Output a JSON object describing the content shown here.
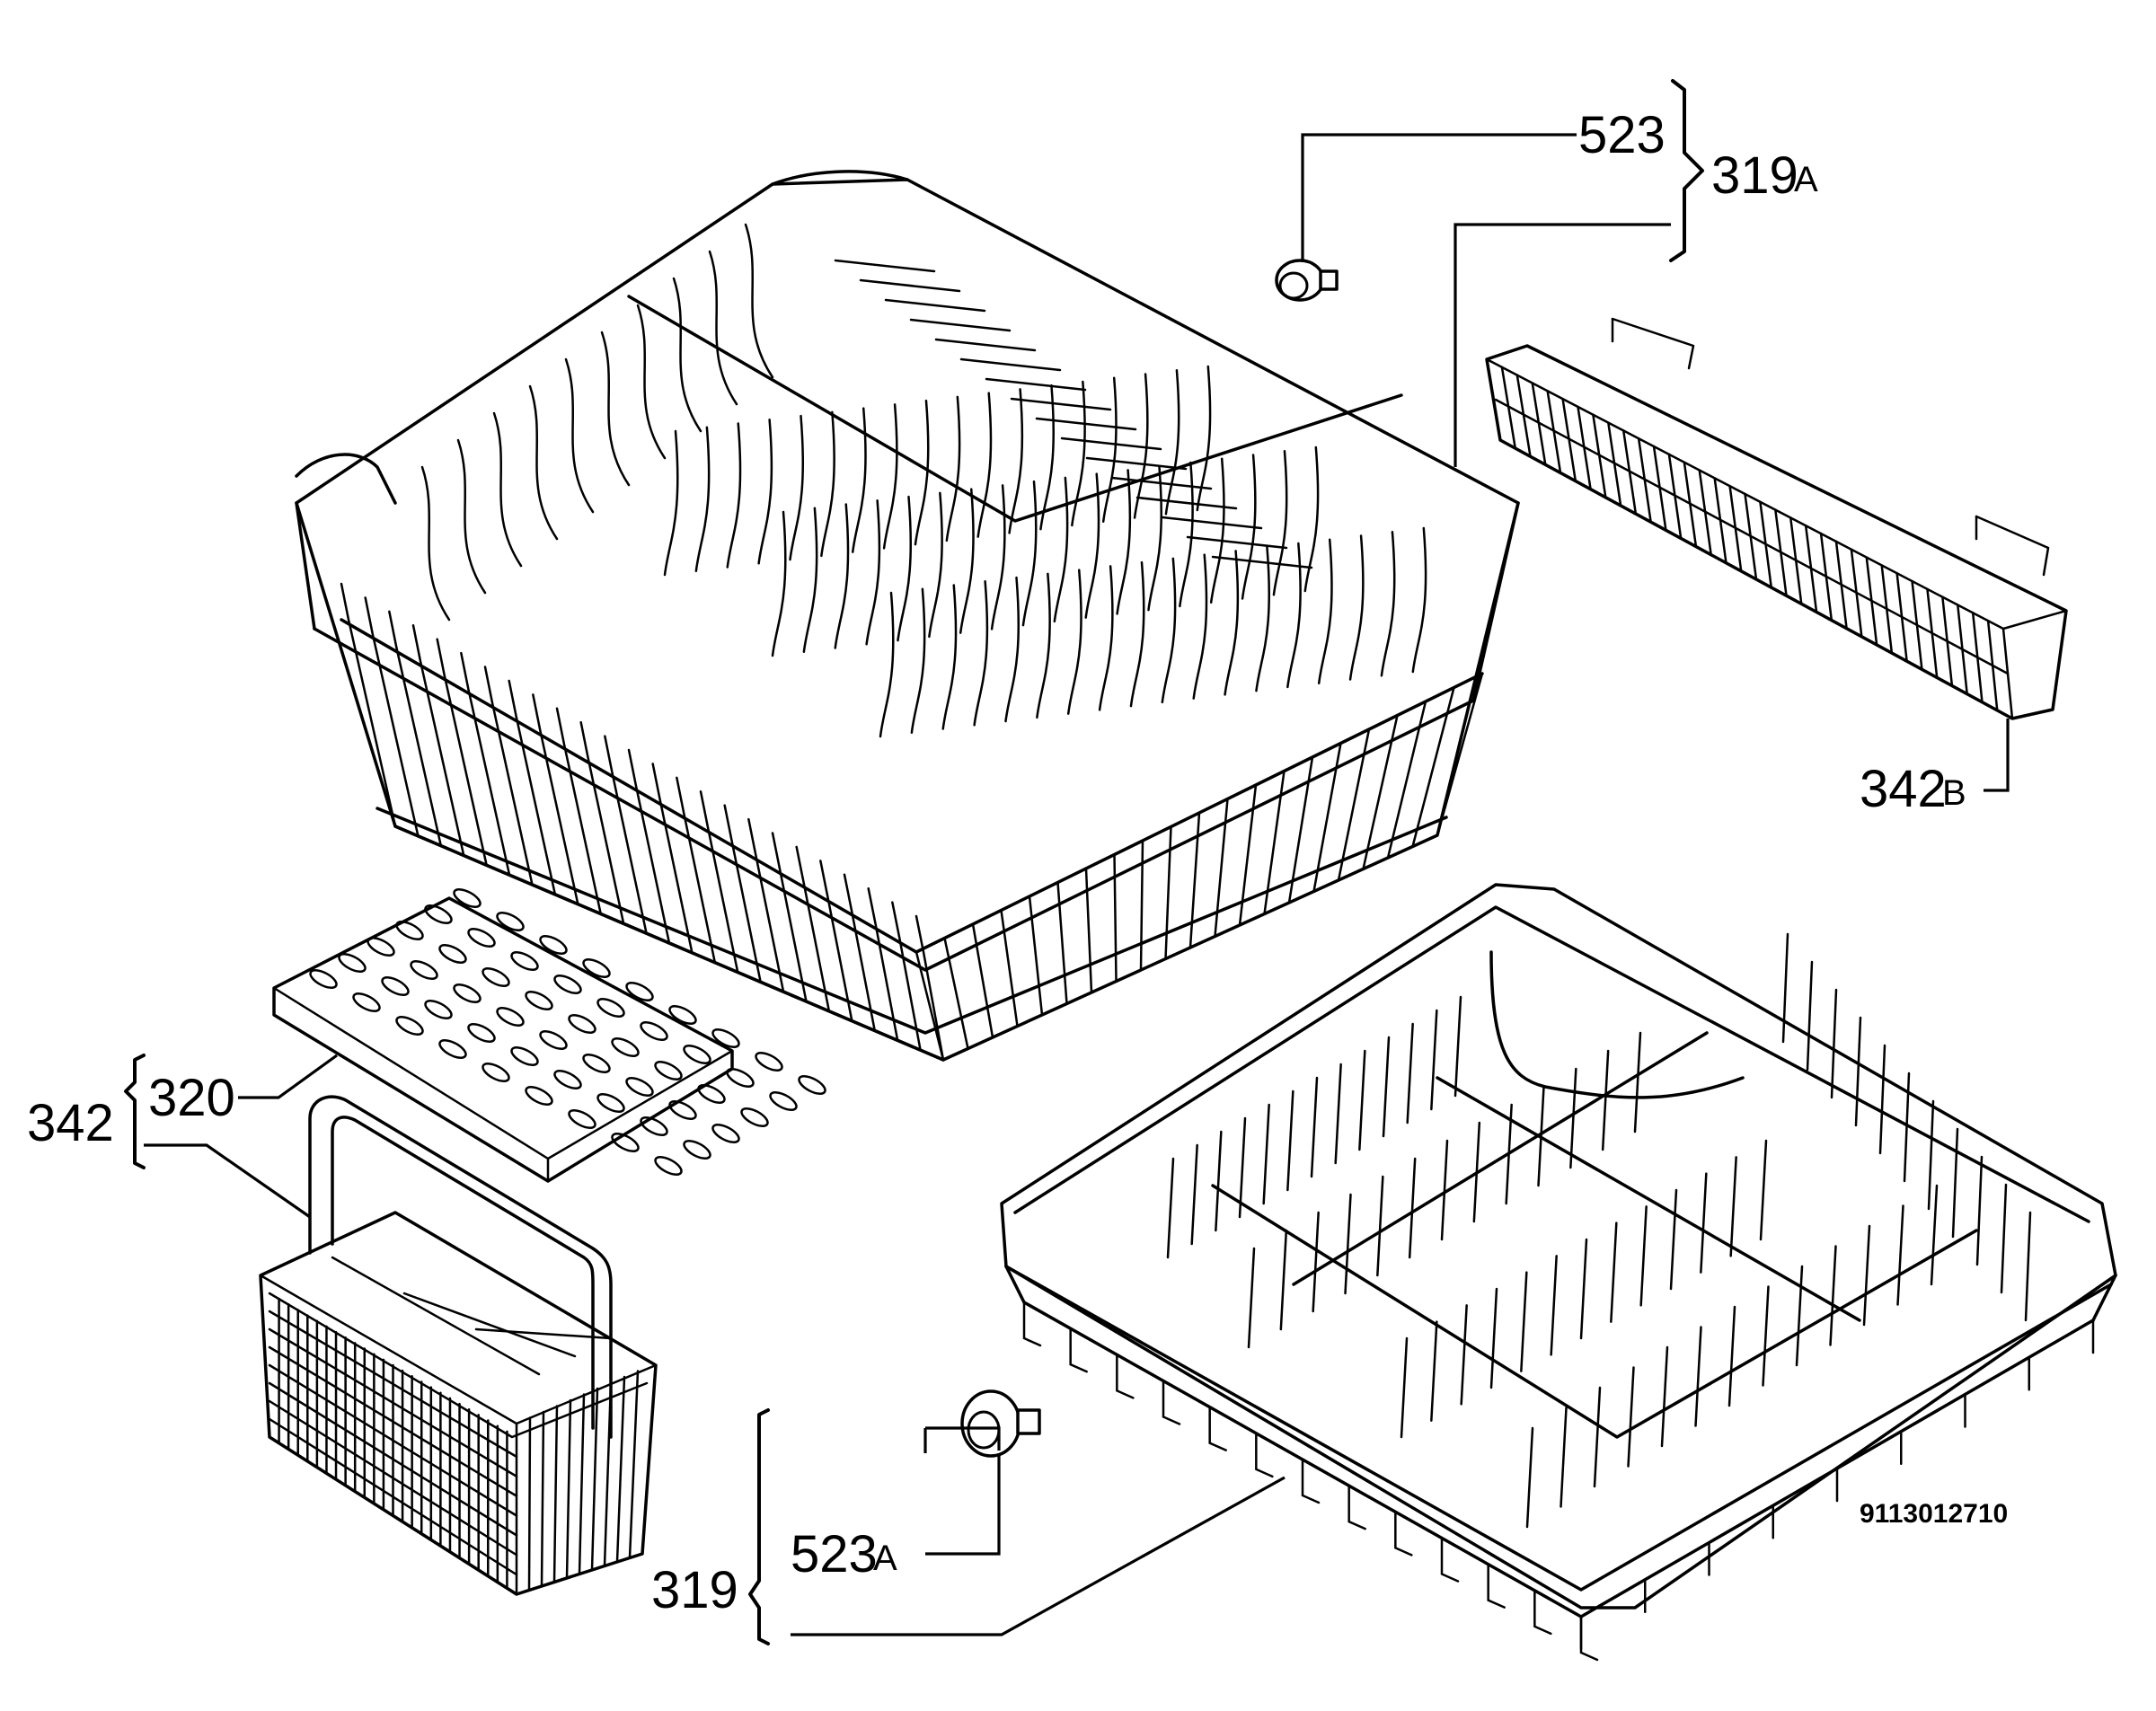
{
  "drawing_ref": "9113012710",
  "callouts": {
    "p523": "523",
    "p319A_num": "319",
    "p319A_suffix": "A",
    "p342B_num": "342",
    "p342B_suffix": "B",
    "p320": "320",
    "p342": "342",
    "p523A_num": "523",
    "p523A_suffix": "A",
    "p319": "319"
  },
  "colors": {
    "line": "#000000",
    "background": "#ffffff"
  }
}
